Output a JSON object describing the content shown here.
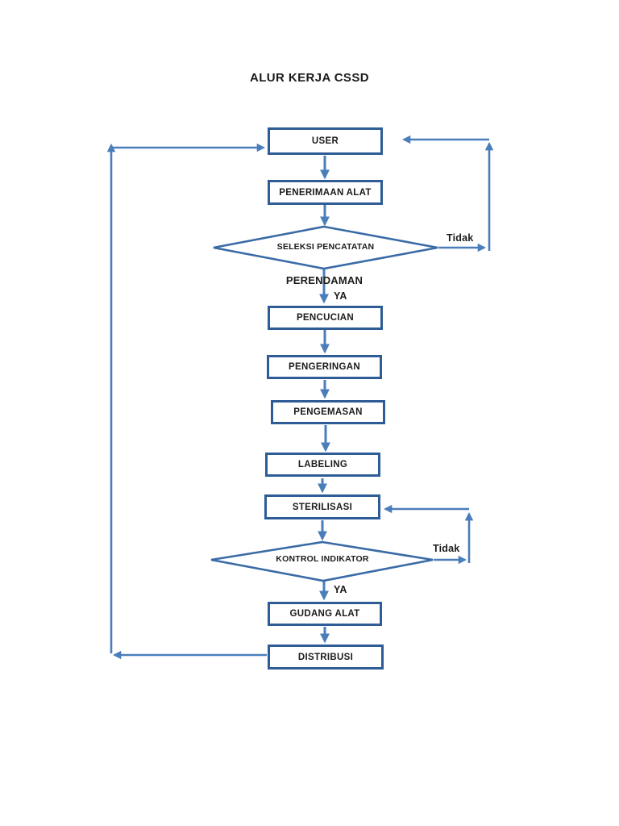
{
  "title": "ALUR KERJA CSSD",
  "colors": {
    "arrow": "#4a7ebb",
    "box_border": "#2e5c97",
    "diamond_border": "#3a6ba6",
    "text": "#1b1b1b",
    "background": "#ffffff"
  },
  "nodes": {
    "user": "USER",
    "penerimaan": "PENERIMAAN ALAT",
    "seleksi": "SELEKSI PENCATATAN",
    "pencucian": "PENCUCIAN",
    "pengeringan": "PENGERINGAN",
    "pengemasan": "PENGEMASAN",
    "labeling": "LABELING",
    "sterilisasi": "STERILISASI",
    "kontrol": "KONTROL INDIKATOR",
    "gudang": "GUDANG ALAT",
    "distribusi": "DISTRIBUSI"
  },
  "edge_labels": {
    "seleksi_no": "Tidak",
    "seleksi_yes": "YA",
    "perendaman": "PERENDAMAN",
    "kontrol_no": "Tidak",
    "kontrol_yes": "YA"
  },
  "flow_description": {
    "type": "flowchart",
    "sequence": [
      "USER",
      "PENERIMAAN ALAT",
      "SELEKSI PENCATATAN",
      "PENCUCIAN",
      "PENGERINGAN",
      "PENGEMASAN",
      "LABELING",
      "STERILISASI",
      "KONTROL INDIKATOR",
      "GUDANG ALAT",
      "DISTRIBUSI"
    ],
    "loops": [
      {
        "from": "SELEKSI PENCATATAN",
        "to": "USER",
        "label": "Tidak"
      },
      {
        "from": "KONTROL INDIKATOR",
        "to": "STERILISASI",
        "label": "Tidak"
      },
      {
        "from": "DISTRIBUSI",
        "to": "USER",
        "label": ""
      }
    ]
  }
}
